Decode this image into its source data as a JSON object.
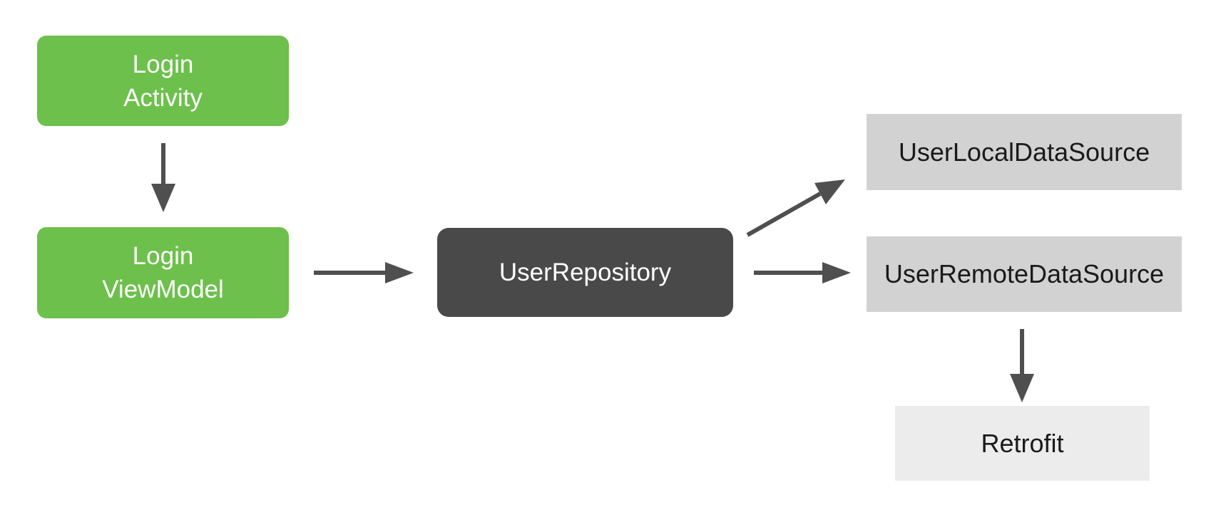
{
  "colors": {
    "background": "#ffffff",
    "green_node": "#6cc04b",
    "dark_node": "#494949",
    "light_gray_node": "#d2d2d2",
    "lighter_gray_node": "#ececec",
    "arrow": "#4f4f4f",
    "text_on_green": "#ffffff",
    "text_on_dark": "#ffffff",
    "text_on_gray": "#1a1a1a"
  },
  "nodes": {
    "login_activity": {
      "lines": [
        "Login",
        "Activity"
      ]
    },
    "login_viewmodel": {
      "lines": [
        "Login",
        "ViewModel"
      ]
    },
    "user_repository": {
      "label": "UserRepository"
    },
    "user_local_data_source": {
      "label": "UserLocalDataSource"
    },
    "user_remote_data_source": {
      "label": "UserRemoteDataSource"
    },
    "retrofit": {
      "label": "Retrofit"
    }
  },
  "edges": [
    {
      "from": "login_activity",
      "to": "login_viewmodel",
      "direction": "down"
    },
    {
      "from": "login_viewmodel",
      "to": "user_repository",
      "direction": "right"
    },
    {
      "from": "user_repository",
      "to": "user_local_data_source",
      "direction": "up-right"
    },
    {
      "from": "user_repository",
      "to": "user_remote_data_source",
      "direction": "right"
    },
    {
      "from": "user_remote_data_source",
      "to": "retrofit",
      "direction": "down"
    }
  ]
}
